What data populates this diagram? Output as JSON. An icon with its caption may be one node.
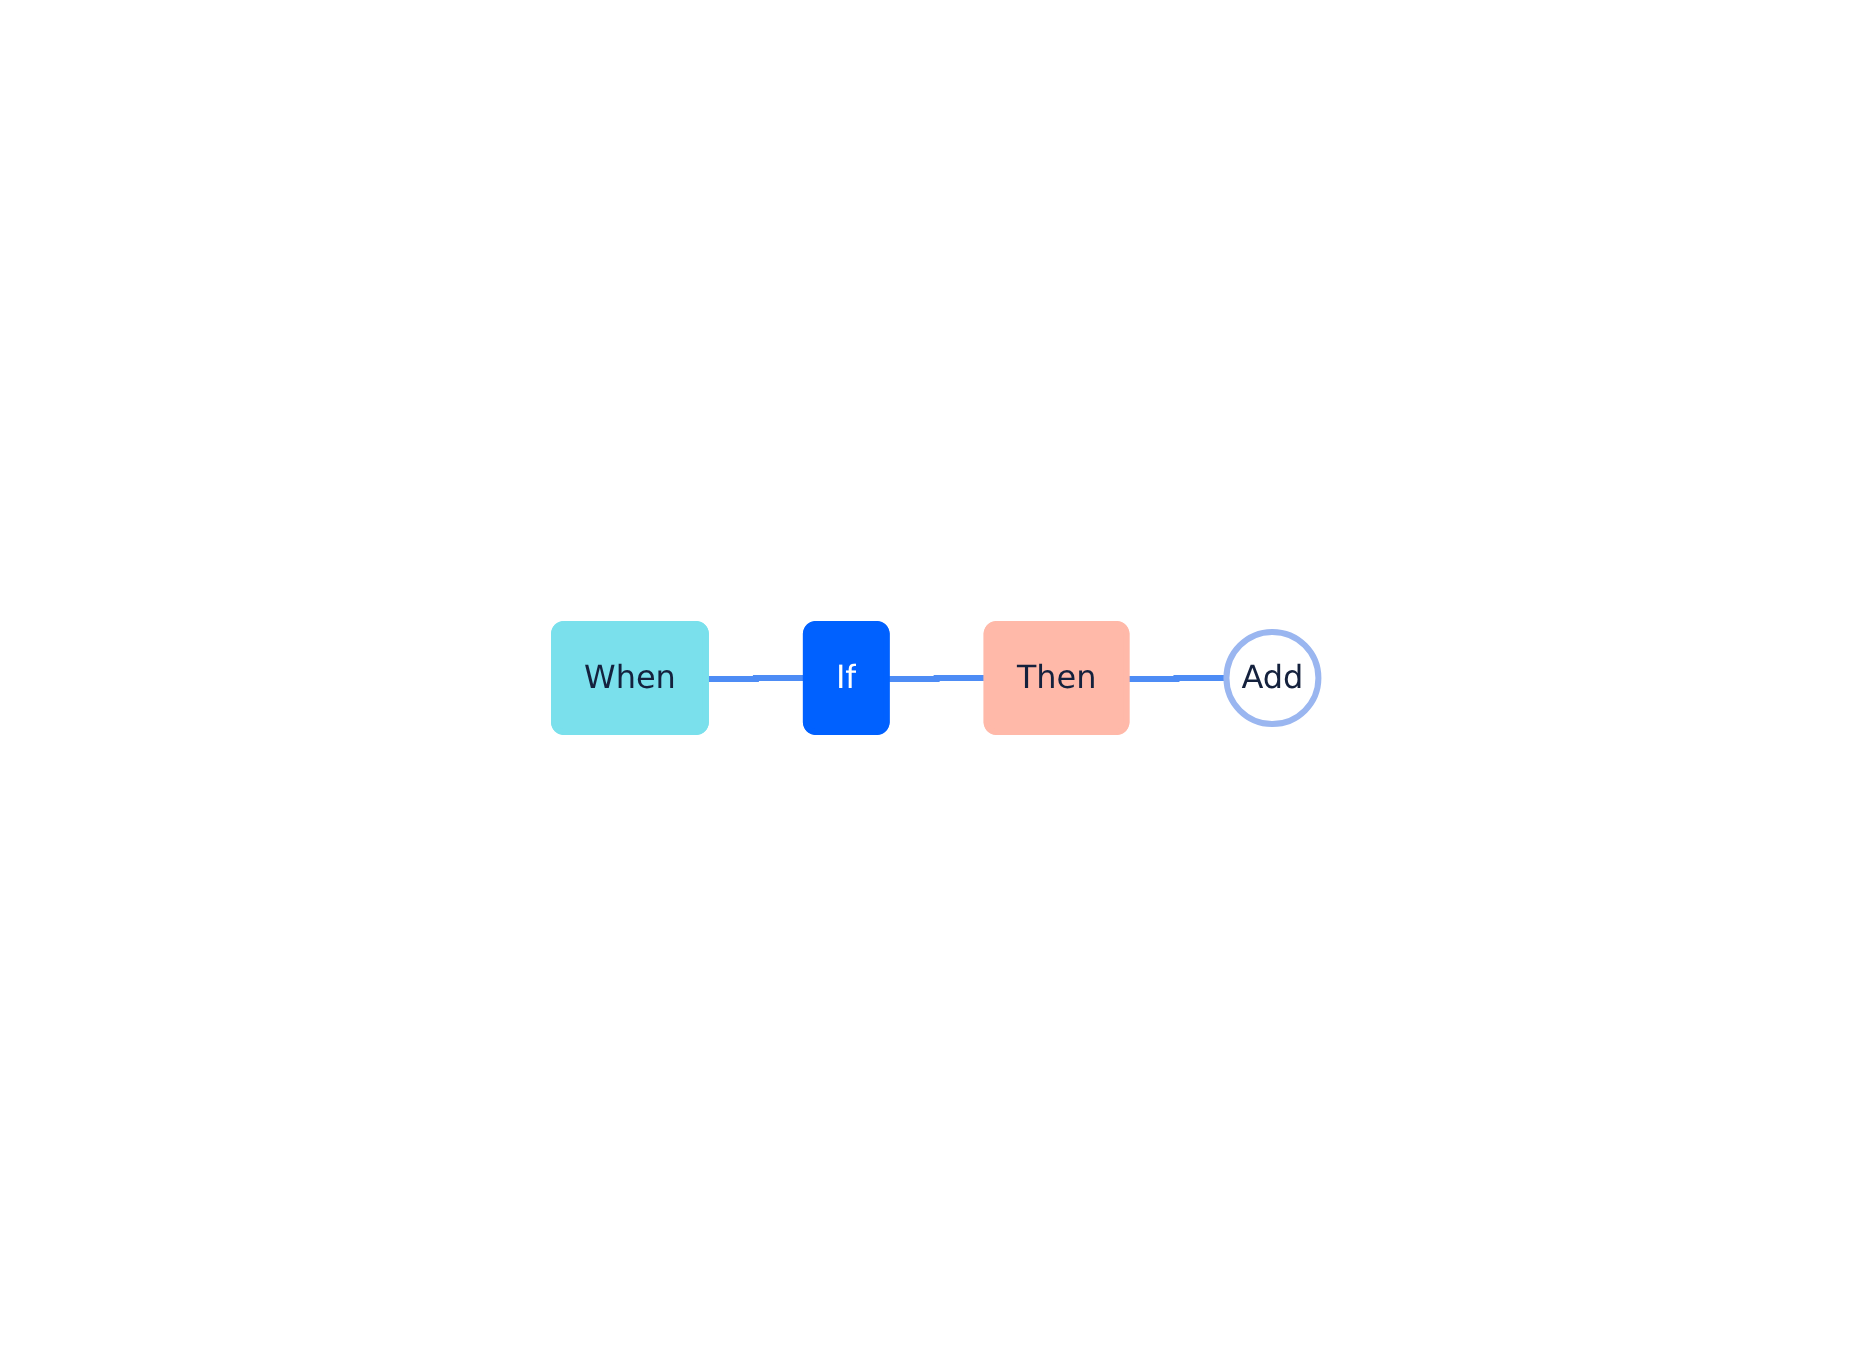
{
  "diagram": {
    "nodes": [
      {
        "text": [
          "When"
        ]
      },
      {
        "text": [
          "If"
        ]
      },
      {
        "text": [
          "Then"
        ]
      },
      {
        "text": [
          "Add"
        ]
      }
    ],
    "edges": [
      {
        "from": 0,
        "to": 1,
        "arrow": "none"
      },
      {
        "from": 1,
        "to": 2,
        "arrow": "none"
      },
      {
        "from": 2,
        "to": 3,
        "arrow": "none"
      }
    ]
  }
}
